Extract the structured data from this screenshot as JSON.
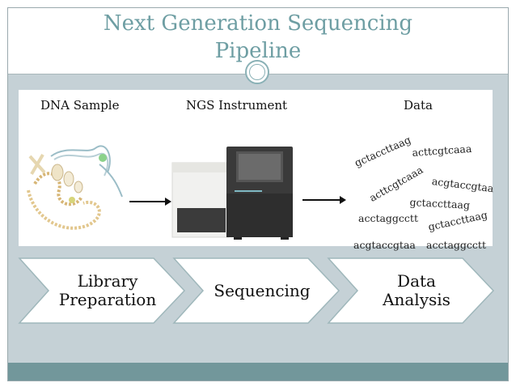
{
  "title": {
    "line1": "Next Generation Sequencing",
    "line2": "Pipeline"
  },
  "panel": {
    "labels": [
      "DNA Sample",
      "NGS Instrument",
      "Data"
    ],
    "sequences": [
      "gctaccttaag",
      "acttcgtcaaa",
      "acttcgtcaaa",
      "acgtaccgtaa",
      "gctaccttaag",
      "acctaggcctt",
      "gctaccttaag",
      "acgtaccgtaa",
      "acctaggcctt"
    ]
  },
  "steps": [
    {
      "line1": "Library",
      "line2": "Preparation"
    },
    {
      "line1": "Sequencing",
      "line2": ""
    },
    {
      "line1": "Data",
      "line2": "Analysis"
    }
  ],
  "colors": {
    "title": "#6e9ea3",
    "frame_bg": "#c5d1d6",
    "footer": "#72979b",
    "chevron_fill": "#ffffff",
    "chevron_stroke": "#9fb7bb"
  }
}
